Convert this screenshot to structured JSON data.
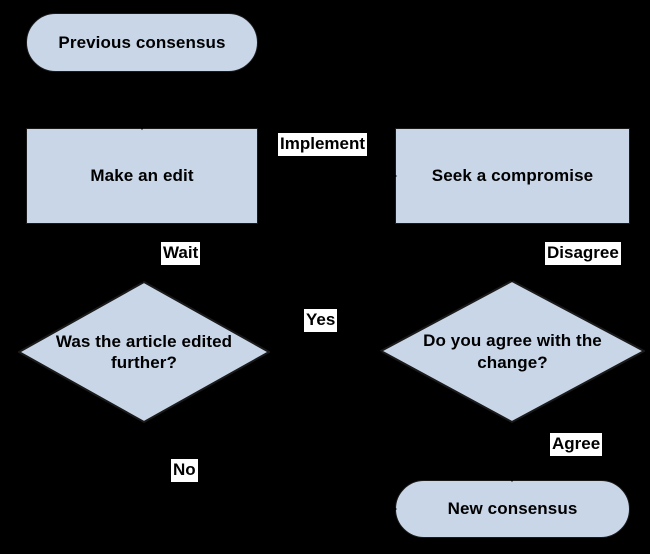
{
  "diagram": {
    "title": "Wikipedia consensus (BRD) flowchart",
    "background_color": "#000000",
    "node_fill_color": "#c8d6e8",
    "node_border_color": "#1a1a1a",
    "label_fill_color": "#ffffff",
    "label_border_color": "#000000",
    "text_color": "#000000"
  },
  "nodes": [
    {
      "id": "previous-consensus",
      "shape": "pill",
      "text": "Previous consensus"
    },
    {
      "id": "make-an-edit",
      "shape": "rectangle",
      "text": "Make an edit"
    },
    {
      "id": "seek-a-compromise",
      "shape": "rectangle",
      "text": "Seek a compromise"
    },
    {
      "id": "was-the-article-edited-further",
      "shape": "diamond",
      "text": "Was the article edited further?"
    },
    {
      "id": "do-you-agree-with-the-change",
      "shape": "diamond",
      "text": "Do you agree with the change?"
    },
    {
      "id": "new-consensus",
      "shape": "pill",
      "text": "New consensus"
    }
  ],
  "edge_labels": [
    {
      "id": "implement",
      "text": "Implement"
    },
    {
      "id": "wait",
      "text": "Wait"
    },
    {
      "id": "disagree",
      "text": "Disagree"
    },
    {
      "id": "yes",
      "text": "Yes"
    },
    {
      "id": "no",
      "text": "No"
    },
    {
      "id": "agree",
      "text": "Agree"
    }
  ]
}
